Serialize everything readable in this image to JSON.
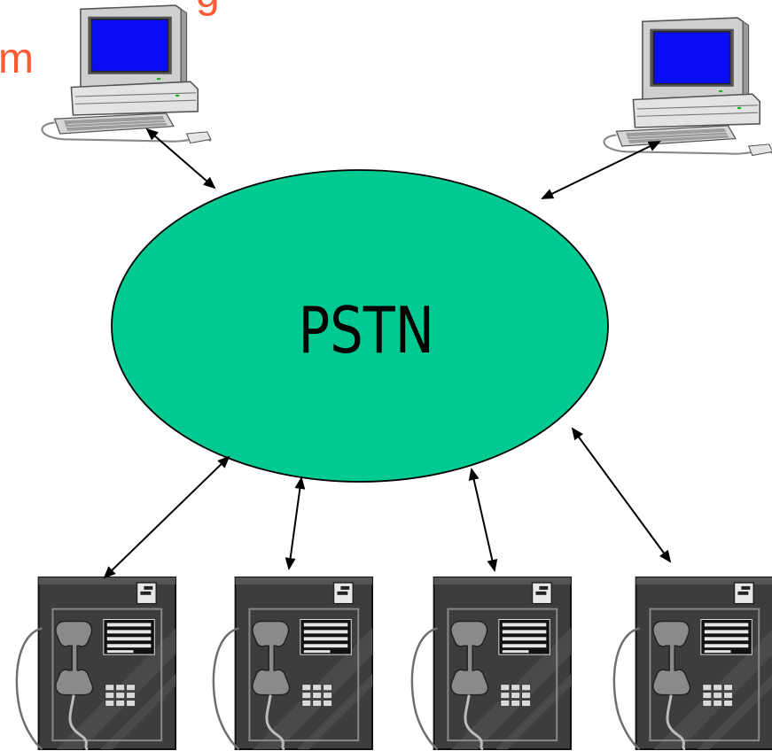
{
  "slide": {
    "title_fragment_top": "g",
    "title_fragment_left": "m"
  },
  "network": {
    "label": "PSTN",
    "fill_color": "#00c992",
    "stroke_color": "#000000"
  },
  "colors": {
    "title_accent": "#ff5a33",
    "screen_blue": "#0a0cf5",
    "computer_body": "#dedede",
    "phone_body": "#3a3a3a"
  },
  "nodes": {
    "computers": [
      {
        "name": "computer-left",
        "icon": "desktop-computer-icon"
      },
      {
        "name": "computer-right",
        "icon": "desktop-computer-icon"
      }
    ],
    "payphones": [
      {
        "name": "payphone-1",
        "icon": "payphone-icon"
      },
      {
        "name": "payphone-2",
        "icon": "payphone-icon"
      },
      {
        "name": "payphone-3",
        "icon": "payphone-icon"
      },
      {
        "name": "payphone-4",
        "icon": "payphone-icon"
      }
    ]
  },
  "connections": {
    "style": "bidirectional-arrow",
    "count": 6
  }
}
